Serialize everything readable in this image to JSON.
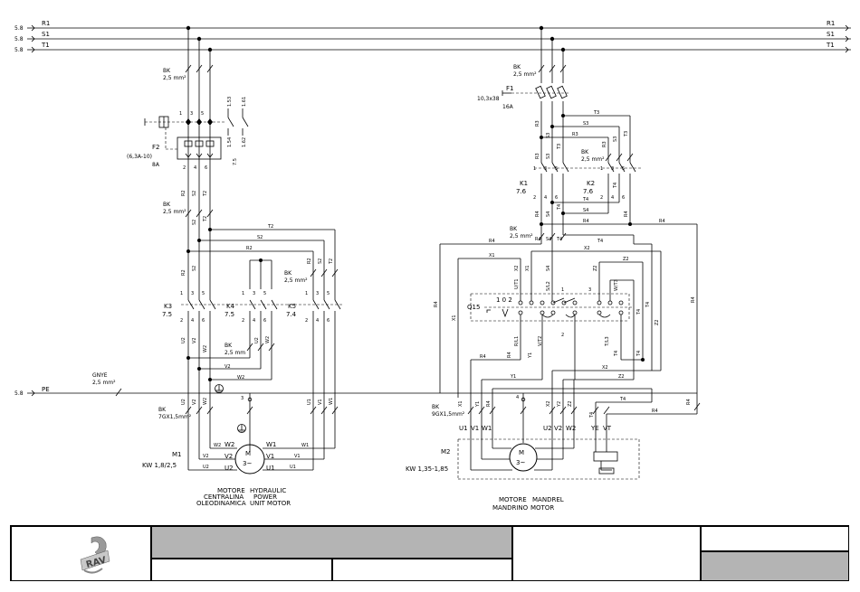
{
  "lines": {
    "ref_left": "5.8",
    "phases": [
      "R1",
      "S1",
      "T1"
    ],
    "pe_label": "PE",
    "pe_ref": "5.8"
  },
  "left": {
    "cable_top": {
      "color": "BK",
      "size": "2,5 mm²"
    },
    "breaker": {
      "name": "F2",
      "range": "(6,3A-10)",
      "rating": "8A",
      "aux1": "1.53",
      "aux2": "1.61",
      "aux3": "1.54",
      "aux4": "1.62",
      "ref": "7.5"
    },
    "cable_mid": {
      "color": "BK",
      "size": "2,5 mm²"
    },
    "k3": {
      "name": "K3",
      "ref": "7.5"
    },
    "k4": {
      "name": "K4",
      "ref": "7.5"
    },
    "k5": {
      "name": "K5",
      "ref": "7.4"
    },
    "cable_k5": {
      "color": "BK",
      "size": "2,5 mm²"
    },
    "cable_k4": {
      "color": "BK",
      "size": "2,5 mm"
    },
    "pe_cable": {
      "color": "GNYE",
      "size": "2,5 mm²"
    },
    "motor_cable": {
      "color": "BK",
      "size": "7GX1,5mm²"
    },
    "motor": {
      "name": "M1",
      "power": "KW 1,8/2,5",
      "symbol": "M",
      "phases": "3~"
    },
    "terminals": [
      "W2",
      "V2",
      "U2",
      "W1",
      "V1",
      "U1"
    ],
    "caption_it": [
      "MOTORE",
      "CENTRALINA",
      "OLEODINAMICA"
    ],
    "caption_en": [
      "HYDRAULIC",
      "POWER",
      "UNIT MOTOR"
    ]
  },
  "right": {
    "cable_top": {
      "color": "BK",
      "size": "2,5 mm²"
    },
    "fuse": {
      "name": "F1",
      "size": "10,3x38",
      "rating": "16A"
    },
    "cable_k2": {
      "color": "BK",
      "size": "2,5 mm²"
    },
    "k1": {
      "name": "K1",
      "ref": "7.6"
    },
    "k2": {
      "name": "K2",
      "ref": "7.6"
    },
    "cable_mid": {
      "color": "BK",
      "size": "2,5 mm²"
    },
    "switch": {
      "name": "Q15",
      "positions": "1 0 2",
      "labels": [
        "U/T1",
        "S/L2",
        "W/T3",
        "R/L1",
        "V/T2",
        "T/L3"
      ]
    },
    "motor_cable": {
      "color": "BK",
      "size": "9GX1,5mm²"
    },
    "motor": {
      "name": "M2",
      "power": "KW 1,35-1,85",
      "symbol": "M",
      "phases": "3~"
    },
    "terminals": [
      "U1",
      "V1",
      "W1",
      "U2",
      "V2",
      "W2",
      "YE",
      "VT"
    ],
    "caption_it": [
      "MOTORE",
      "MANDRINO"
    ],
    "caption_en": [
      "MANDREL",
      "MOTOR"
    ]
  },
  "titleblock": {
    "logo_text": "RAV",
    "colors": {
      "gray": "#b4b4b4"
    }
  }
}
